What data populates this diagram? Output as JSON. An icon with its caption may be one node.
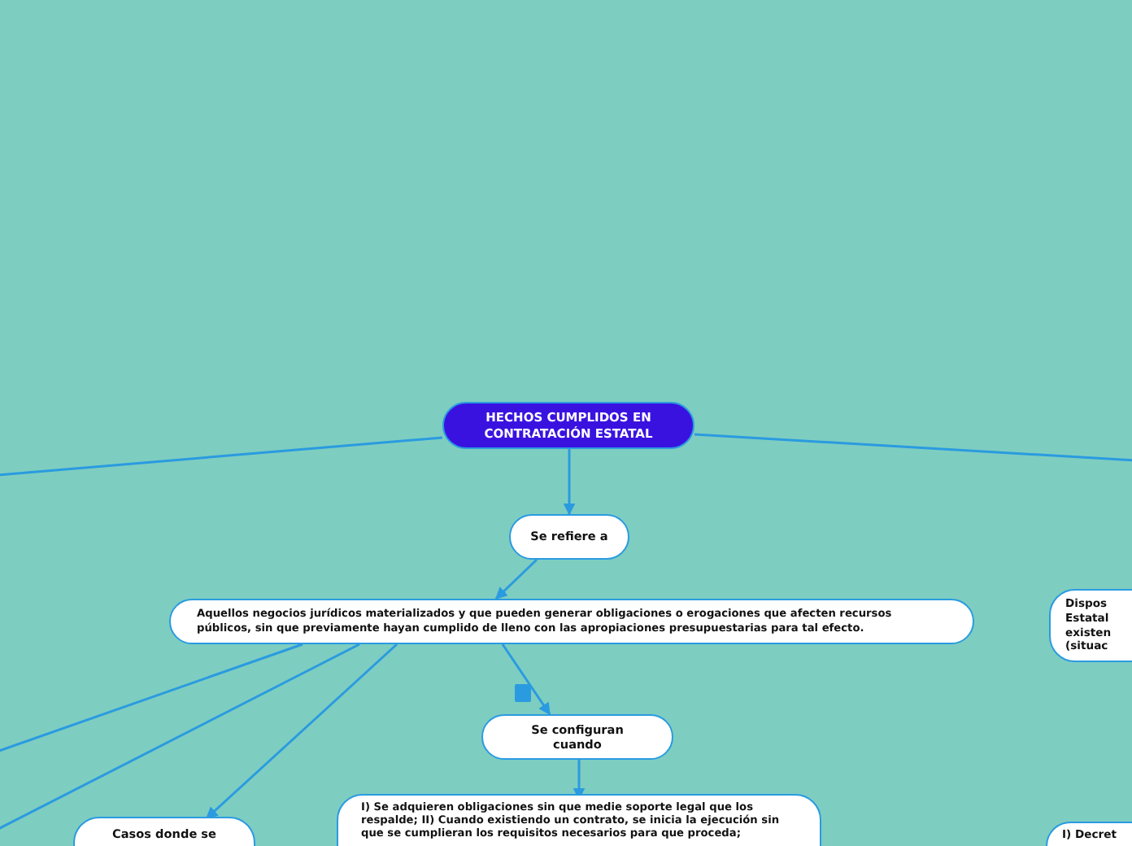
{
  "diagram": {
    "nodes": [
      {
        "text": [
          "HECHOS CUMPLIDOS EN CONTRATACIÓN ESTATAL"
        ]
      },
      {
        "text": [
          "Se refiere a"
        ]
      },
      {
        "text": [
          "Aquellos negocios jurídicos materializados y que pueden generar obligaciones o erogaciones que afecten recursos públicos, sin que previamente hayan cumplido de lleno con las apropiaciones presupuestarias para tal efecto."
        ]
      },
      {
        "text": [
          "Se configuran cuando"
        ]
      },
      {
        "text": [
          "I) Se adquieren obligaciones sin que medie soporte legal que los respalde; II) Cuando existiendo un contrato, se inicia la ejecución sin que se cumplieran los requisitos necesarios para que proceda;"
        ]
      },
      {
        "text": [
          "Casos donde se"
        ]
      },
      {
        "text": [
          "Dispos Estatal existen (situac"
        ]
      },
      {
        "text": [
          "I) Decret"
        ]
      }
    ],
    "edges": [
      {
        "from": 0,
        "to": null,
        "arrow": "none"
      },
      {
        "from": 0,
        "to": null,
        "arrow": "none"
      },
      {
        "from": 0,
        "to": 1,
        "arrow": "to"
      },
      {
        "from": 1,
        "to": 2,
        "arrow": "to"
      },
      {
        "from": 2,
        "to": null,
        "arrow": "none"
      },
      {
        "from": 2,
        "to": null,
        "arrow": "none"
      },
      {
        "from": 2,
        "to": 5,
        "arrow": "to"
      },
      {
        "from": 2,
        "to": 3,
        "arrow": "to"
      },
      {
        "from": 3,
        "to": 4,
        "arrow": "to"
      }
    ]
  }
}
